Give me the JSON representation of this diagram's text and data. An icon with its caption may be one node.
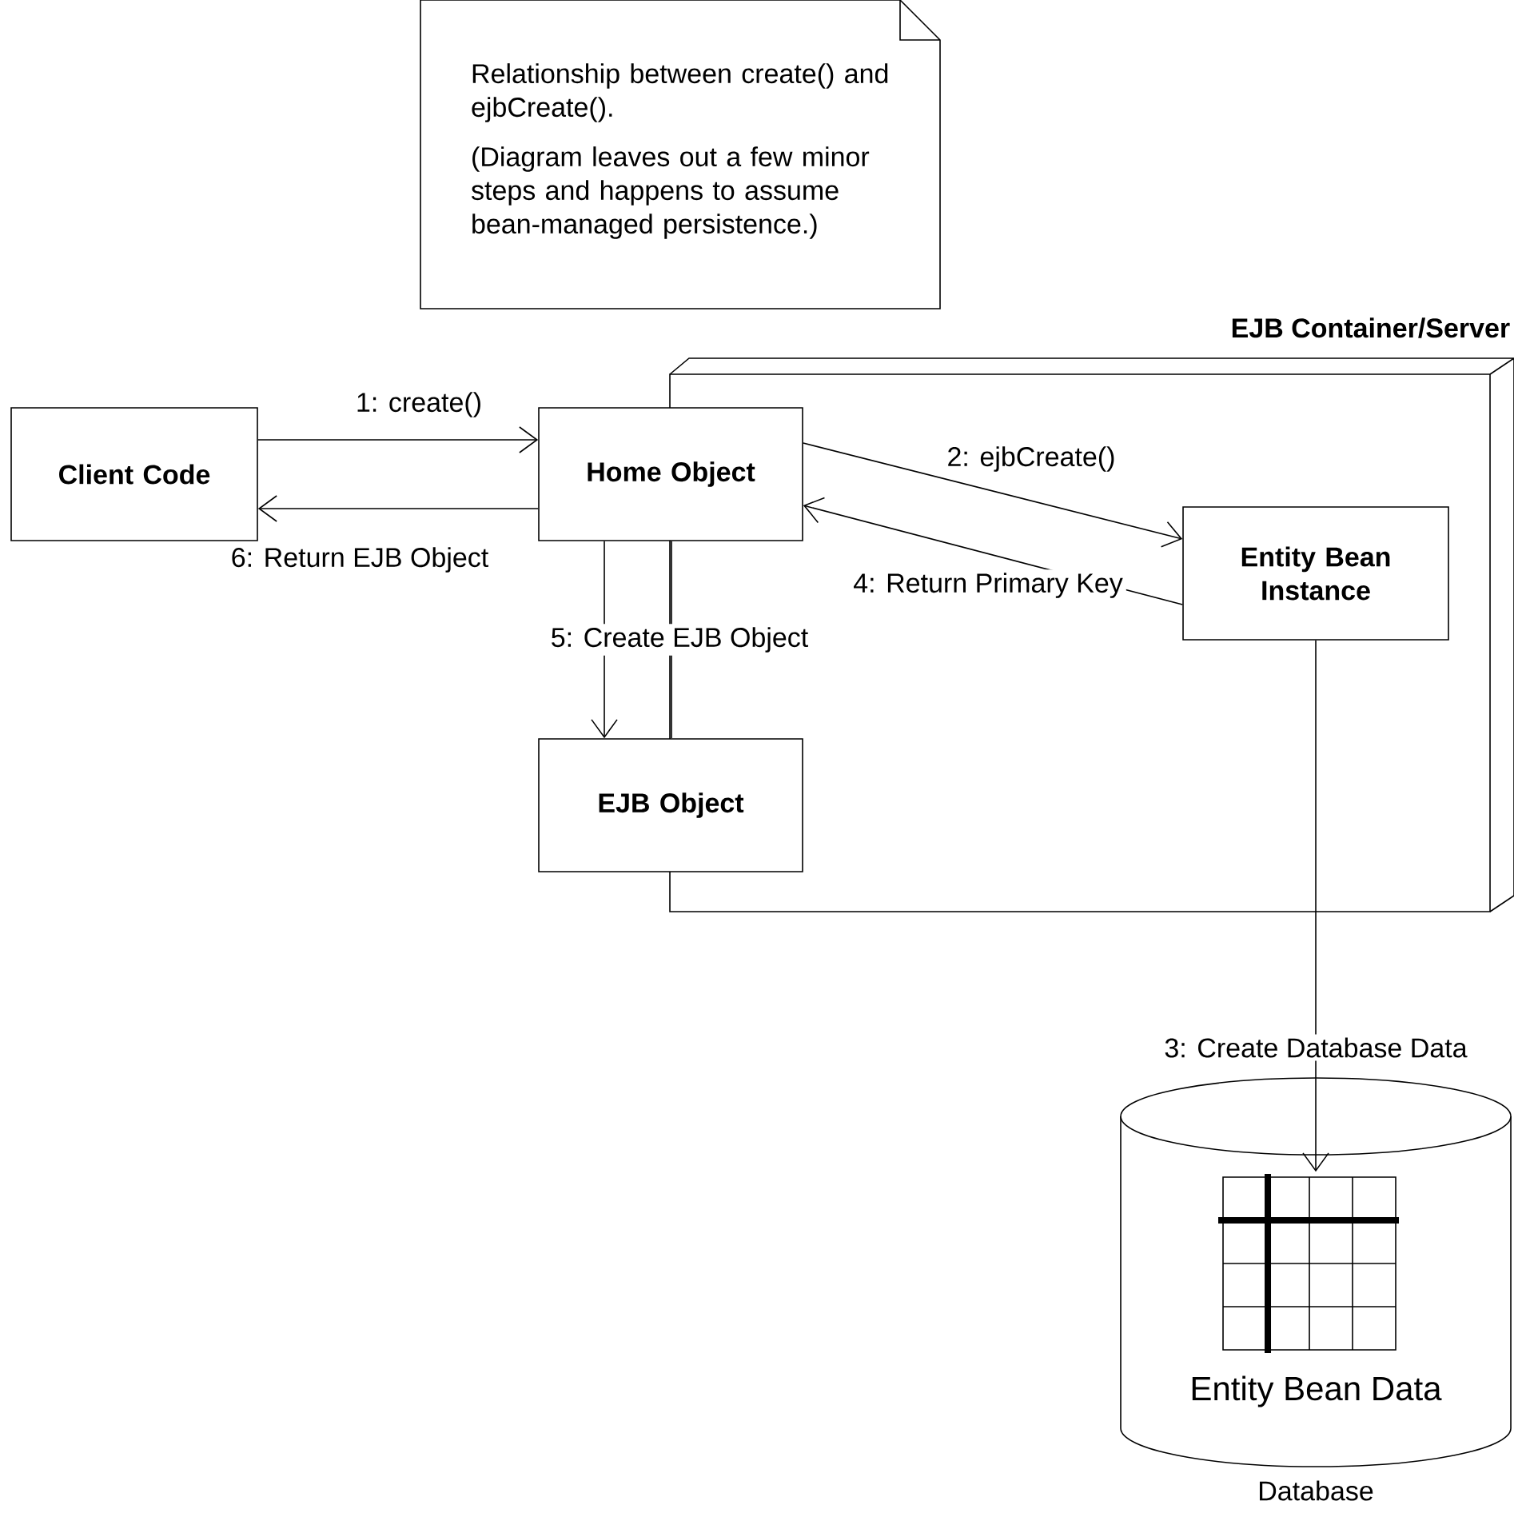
{
  "diagram": {
    "nodes": [
      {
        "text": [
          "Relationship between create() and ejbCreate().",
          "(Diagram leaves out a few minor steps and happens to assume bean-managed persistence.)"
        ]
      },
      {
        "text": [
          "EJB Container/Server"
        ]
      },
      {
        "text": [
          "Client Code"
        ]
      },
      {
        "text": [
          "Home Object"
        ]
      },
      {
        "text": [
          "Entity Bean Instance"
        ],
        "in": 1
      },
      {
        "text": [
          "EJB Object"
        ]
      },
      {
        "text": [
          "Entity Bean Data"
        ],
        "beside": [
          "Database"
        ]
      }
    ],
    "edges": [
      {
        "from": 2,
        "to": 3,
        "arrow": "to",
        "label": "1: create()"
      },
      {
        "from": 3,
        "to": 4,
        "arrow": "to",
        "label": "2: ejbCreate()"
      },
      {
        "from": 4,
        "to": 6,
        "arrow": "to",
        "label": "3: Create Database Data"
      },
      {
        "from": 4,
        "to": 3,
        "arrow": "to",
        "label": "4: Return Primary Key"
      },
      {
        "from": 3,
        "to": 5,
        "arrow": "to",
        "label": "5: Create EJB Object"
      },
      {
        "from": 3,
        "to": 2,
        "arrow": "to",
        "label": "6: Return EJB Object"
      },
      {
        "from": 5,
        "to": 3,
        "arrow": "none"
      }
    ]
  }
}
